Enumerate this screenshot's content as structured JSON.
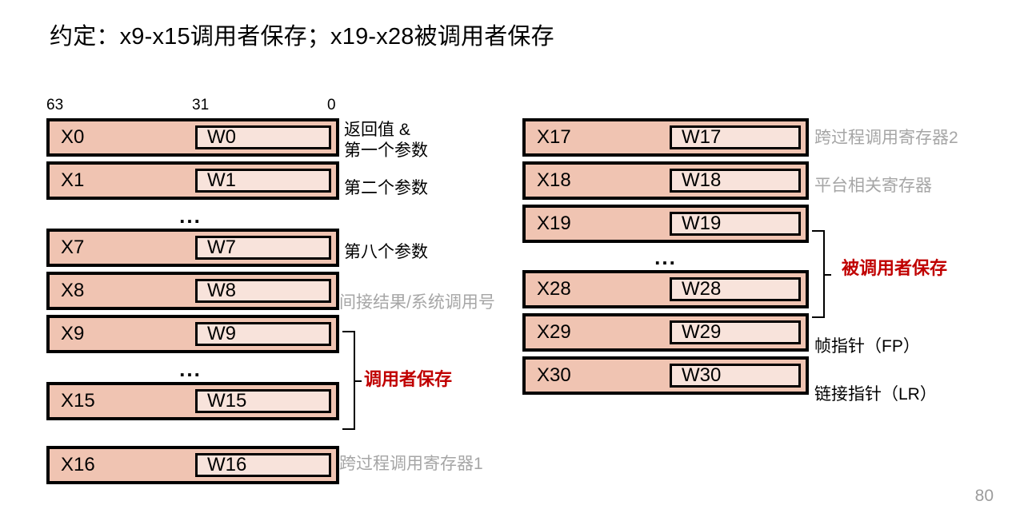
{
  "slide": {
    "title": "约定：x9-x15调用者保存；x19-x28被调用者保存",
    "page_number": "80",
    "colors": {
      "x_register_fill": "#F0C4B2",
      "w_register_fill": "#F8E3DB",
      "border": "#000000",
      "grey_note": "#A6A6A6",
      "red_note": "#C00000",
      "page_number": "#9C9C9C"
    }
  },
  "bit_ruler": {
    "msb": "63",
    "mid": "31",
    "lsb": "0"
  },
  "ellipsis": {
    "glyph": "..."
  },
  "left_column": {
    "rows": [
      {
        "x": "X0",
        "w": "W0"
      },
      {
        "x": "X1",
        "w": "W1"
      },
      {
        "x": "X7",
        "w": "W7"
      },
      {
        "x": "X8",
        "w": "W8"
      },
      {
        "x": "X9",
        "w": "W9"
      },
      {
        "x": "X15",
        "w": "W15"
      },
      {
        "x": "X16",
        "w": "W16"
      }
    ],
    "notes": {
      "x0": "返回值 &\n第一个参数",
      "x1": "第二个参数",
      "x7": "第八个参数",
      "x8": "间接结果/系统调用号",
      "caller_saved": "调用者保存",
      "x16": "跨过程调用寄存器1"
    }
  },
  "right_column": {
    "rows": [
      {
        "x": "X17",
        "w": "W17"
      },
      {
        "x": "X18",
        "w": "W18"
      },
      {
        "x": "X19",
        "w": "W19"
      },
      {
        "x": "X28",
        "w": "W28"
      },
      {
        "x": "X29",
        "w": "W29"
      },
      {
        "x": "X30",
        "w": "W30"
      }
    ],
    "notes": {
      "x17": "跨过程调用寄存器2",
      "x18": "平台相关寄存器",
      "callee_saved": "被调用者保存",
      "x29": "帧指针（FP）",
      "x30": "链接指针（LR）"
    }
  }
}
